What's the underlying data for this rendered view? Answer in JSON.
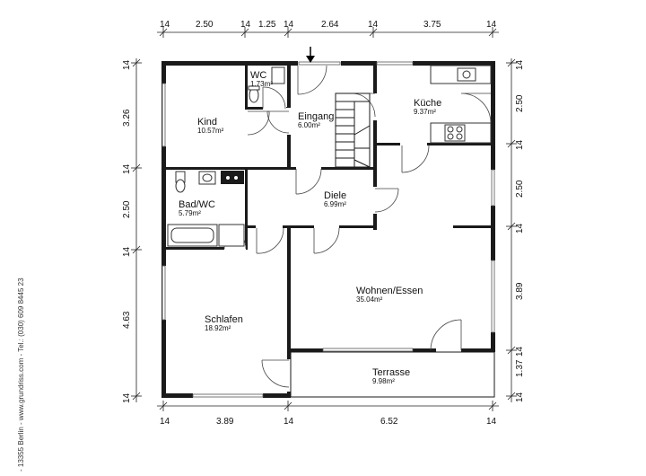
{
  "dimensions": {
    "top": [
      "14",
      "2.50",
      "14",
      "1.25",
      "14",
      "2.64",
      "14",
      "3.75",
      "14"
    ],
    "bottom": [
      "14",
      "3.89",
      "14",
      "6.52",
      "14"
    ],
    "left": [
      "14",
      "3.26",
      "14",
      "2.50",
      "14",
      "4.63",
      "14"
    ],
    "right": [
      "14",
      "2.50",
      "14",
      "2.50",
      "14",
      "3.89",
      "14",
      "1.37",
      "14"
    ]
  },
  "rooms": {
    "wc": {
      "name": "WC",
      "area": "1.73m²"
    },
    "kind": {
      "name": "Kind",
      "area": "10.57m²"
    },
    "eingang": {
      "name": "Eingang",
      "area": "6.00m²"
    },
    "kueche": {
      "name": "Küche",
      "area": "9.37m²"
    },
    "bad": {
      "name": "Bad/WC",
      "area": "5.79m²"
    },
    "diele": {
      "name": "Diele",
      "area": "6.99m²"
    },
    "wohnen": {
      "name": "Wohnen/Essen",
      "area": "35.04m²"
    },
    "schlafen": {
      "name": "Schlafen",
      "area": "18.92m²"
    },
    "terrasse": {
      "name": "Terrasse",
      "area": "9.98m²"
    }
  },
  "sidebar": {
    "text": "- 13355 Berlin   -   www.grundriss.com   -   Tel.: (030) 609 8445 23"
  },
  "entrance_icon": "entrance-arrow-icon"
}
